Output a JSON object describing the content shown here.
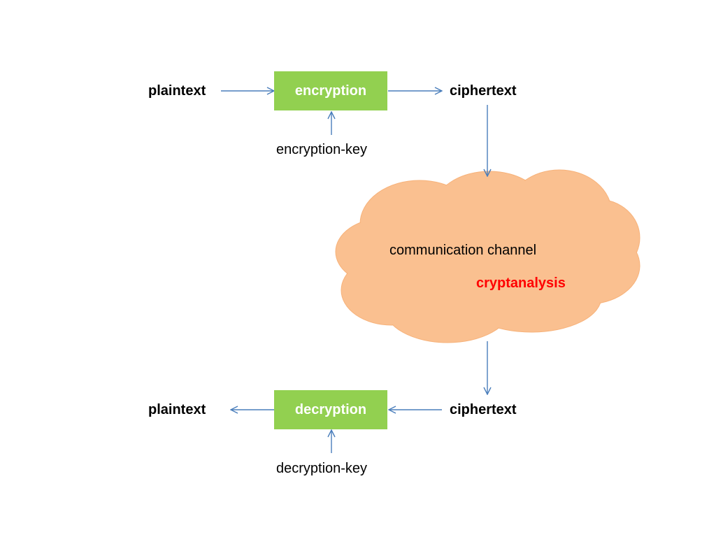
{
  "colors": {
    "process_box": "#92d050",
    "process_text": "#ffffff",
    "cloud_fill": "#fac090",
    "arrow": "#4a7ebb",
    "cryptanalysis_text": "#ff0000"
  },
  "encryption_row": {
    "input_label": "plaintext",
    "process_label": "encryption",
    "output_label": "ciphertext",
    "key_label": "encryption-key"
  },
  "channel": {
    "label": "communication channel",
    "attack_label": "cryptanalysis"
  },
  "decryption_row": {
    "input_label": "ciphertext",
    "process_label": "decryption",
    "output_label": "plaintext",
    "key_label": "decryption-key"
  }
}
